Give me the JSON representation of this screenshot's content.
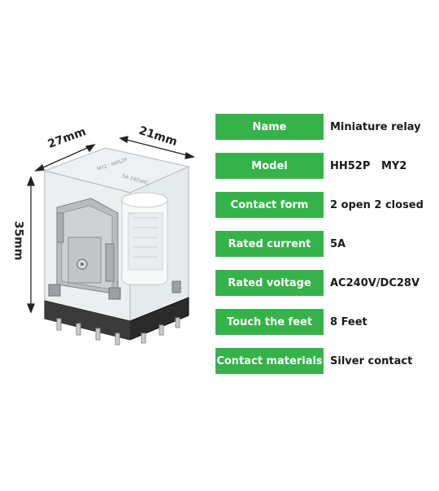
{
  "dimensions": {
    "width": "27mm",
    "depth": "21mm",
    "height": "35mm"
  },
  "relay_label_text": "MY2",
  "specs": [
    {
      "key": "Name",
      "value": "Miniature relay"
    },
    {
      "key": "Model",
      "value": "HH52P   MY2"
    },
    {
      "key": "Contact form",
      "value": "2 open 2 closed"
    },
    {
      "key": "Rated current",
      "value": "5A"
    },
    {
      "key": "Rated voltage",
      "value": "AC240V/DC28V"
    },
    {
      "key": "Touch the feet",
      "value": "8 Feet"
    },
    {
      "key": "Contact materials",
      "value": "Silver contact"
    }
  ],
  "colors": {
    "label_bg": "#35b34a",
    "label_text": "#ffffff",
    "value_text": "#1a1a1a"
  }
}
